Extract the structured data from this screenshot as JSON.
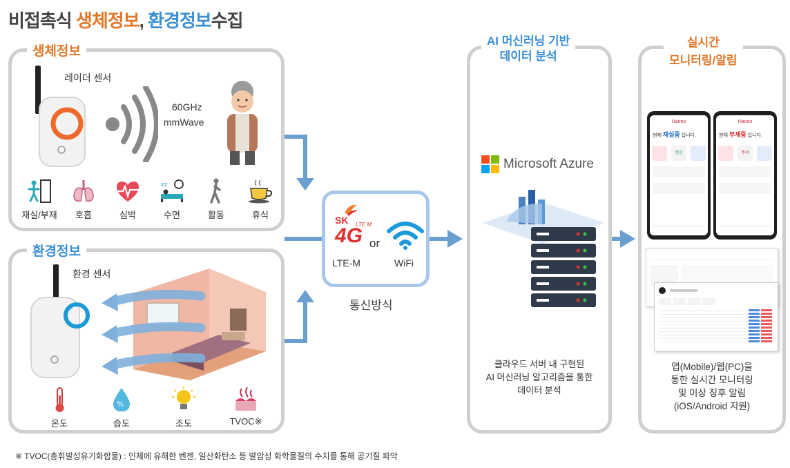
{
  "title": {
    "part1": "비접촉식 ",
    "bio": "생체정보",
    "comma": ", ",
    "env": "환경정보",
    "part2": "수집"
  },
  "bio_panel": {
    "label": "생체정보",
    "sensor_label": "레이더 센서",
    "freq": "60GHz",
    "wave": "mmWave",
    "icons": [
      {
        "icon": "door-person-icon",
        "label": "재실/부재"
      },
      {
        "icon": "lungs-icon",
        "label": "호흡"
      },
      {
        "icon": "heartbeat-icon",
        "label": "심박"
      },
      {
        "icon": "sleep-icon",
        "label": "수면"
      },
      {
        "icon": "walking-icon",
        "label": "활동"
      },
      {
        "icon": "tea-cup-icon",
        "label": "휴식"
      }
    ]
  },
  "env_panel": {
    "label": "환경정보",
    "sensor_label": "환경 센서",
    "icons": [
      {
        "icon": "thermometer-icon",
        "label": "온도"
      },
      {
        "icon": "humidity-icon",
        "label": "습도"
      },
      {
        "icon": "lightbulb-icon",
        "label": "조도"
      },
      {
        "icon": "tvoc-icon",
        "label": "TVOC※"
      }
    ]
  },
  "comm": {
    "sk": "SK",
    "lte_m": "LTE M",
    "g4": "4G",
    "or": "or",
    "lte_label": "LTE-M",
    "wifi_label": "WiFi",
    "caption": "통신방식"
  },
  "ai_panel": {
    "title_line1": "AI 머신러닝 기반",
    "title_line2": "데이터 분석",
    "azure": "Microsoft Azure",
    "desc_line1": "클라우드 서버 내 구현된",
    "desc_line2": "AI 머신러닝 알고리즘을 통한",
    "desc_line3": "데이터 분석"
  },
  "mon_panel": {
    "title_line1": "실시간",
    "title_line2": "모니터링/알림",
    "desc_line1": "앱(Mobile)/웹(PC)을",
    "desc_line2": "통한 실시간 모니터링",
    "desc_line3": "및 이상 징후 알림",
    "desc_line4": "(iOS/Android 지원)",
    "phone1_status_a": "현재",
    "phone1_status_b": "재실중",
    "phone1_status_c": "입니다.",
    "phone2_status_a": "현재",
    "phone2_status_b": "부재중",
    "phone2_status_c": "입니다.",
    "app_name": "Hairoo",
    "phone1_value": "정상",
    "phone2_value": "주의"
  },
  "footnote": "※ TVOC(총휘발성유기화합물) : 인체에 유해한 벤젠, 일산화탄소 등 발암성 화학물질의 수치를 통해 공기질 파악",
  "colors": {
    "orange": "#e0782a",
    "blue": "#3b8fd6",
    "flow_blue": "#6b9fd0",
    "panel_gray": "#cfcfcf",
    "radar_ring": "#ee6a2c",
    "env_ring": "#1a9ad6"
  }
}
